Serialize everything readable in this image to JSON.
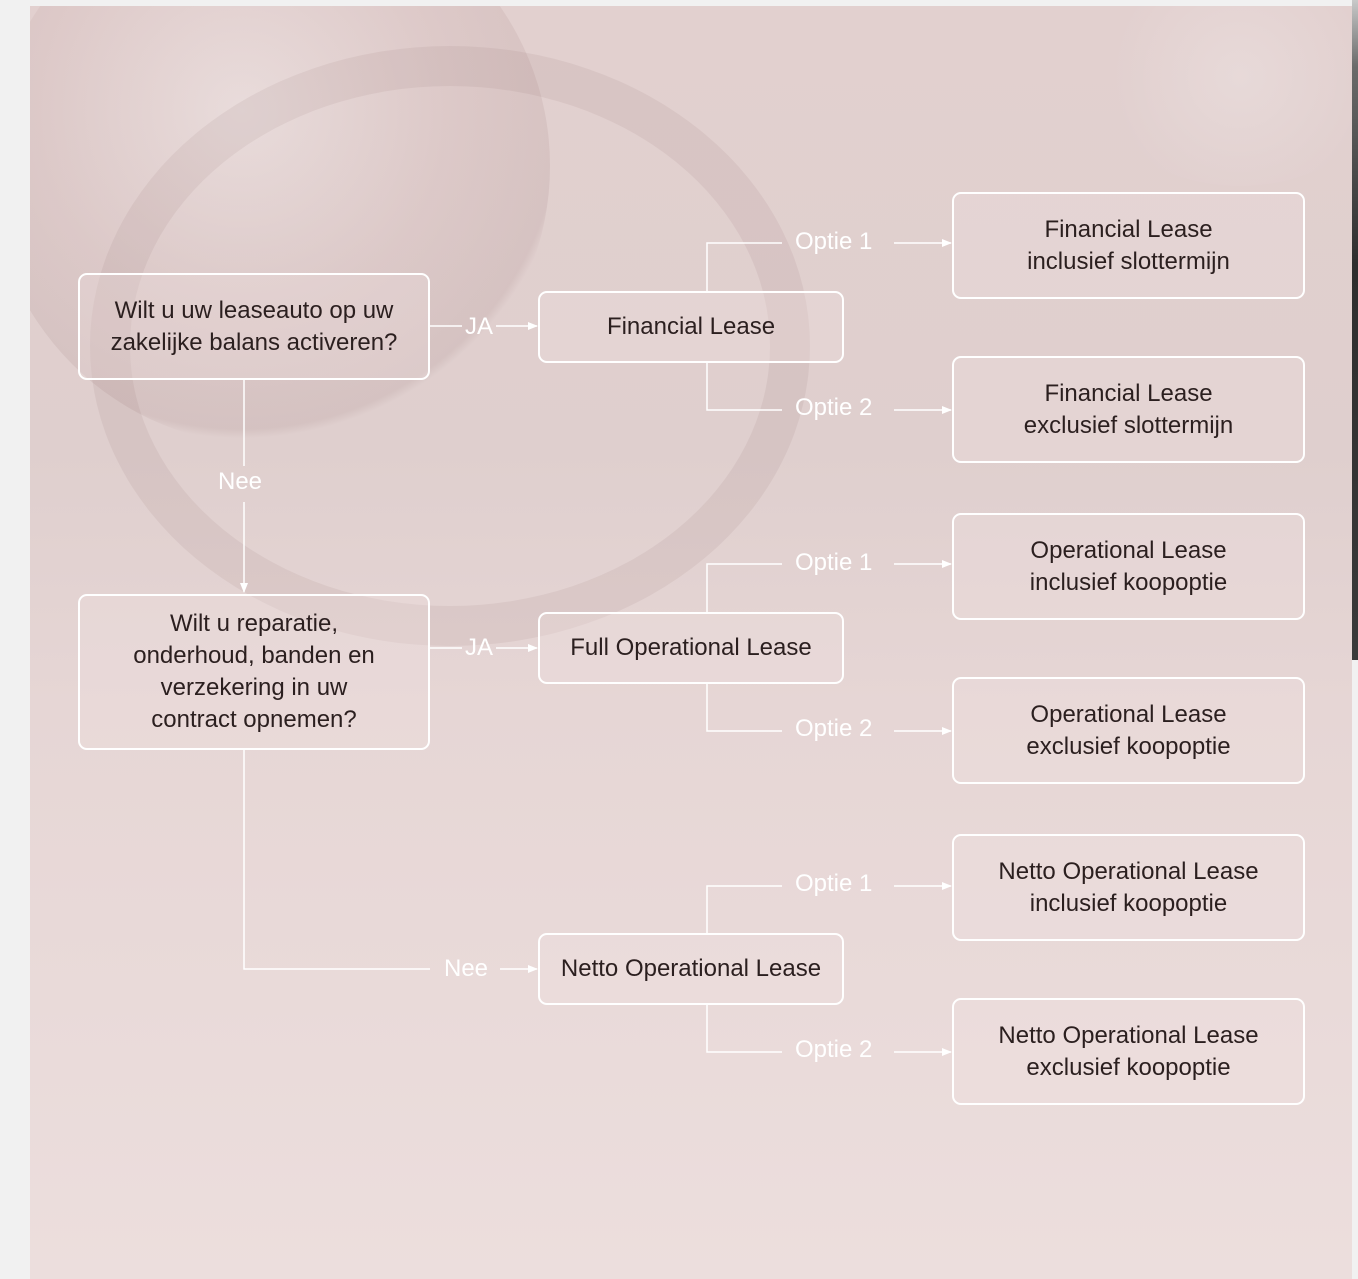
{
  "questions": {
    "q1": "Wilt u uw leaseauto op uw\nzakelijke balans activeren?",
    "q2": "Wilt u reparatie,\nonderhoud, banden en\nverzekering in uw\ncontract opnemen?"
  },
  "products": {
    "financial": "Financial Lease",
    "full_operational": "Full Operational Lease",
    "netto_operational": "Netto Operational Lease"
  },
  "options": {
    "fin_incl": "Financial Lease\ninclusief slottermijn",
    "fin_excl": "Financial Lease\nexclusief slottermijn",
    "op_incl": "Operational Lease\ninclusief koopoptie",
    "op_excl": "Operational Lease\nexclusief koopoptie",
    "netto_incl": "Netto Operational Lease\ninclusief koopoptie",
    "netto_excl": "Netto Operational Lease\nexclusief koopoptie"
  },
  "labels": {
    "yes": "JA",
    "no": "Nee",
    "option1": "Optie 1",
    "option2": "Optie 2"
  },
  "colors": {
    "line": "#ffffff",
    "text": "#2b1f1f"
  }
}
